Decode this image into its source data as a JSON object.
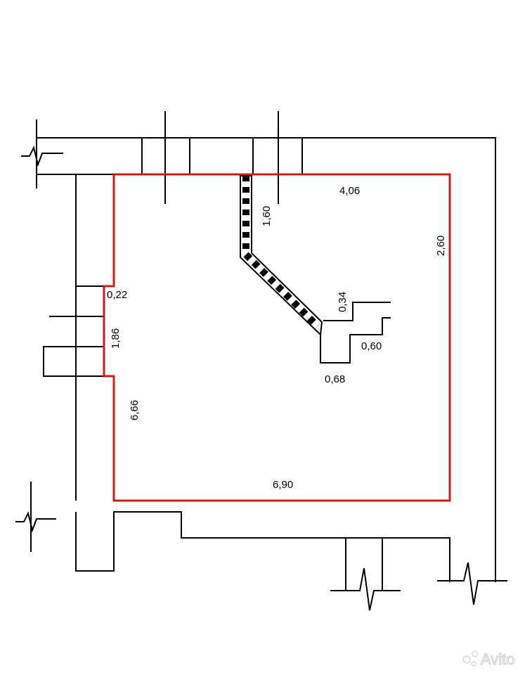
{
  "plan": {
    "dimensions": {
      "top": "4,06",
      "right": "2,60",
      "diagonal_vertical": "1,60",
      "step_upper": "0,34",
      "step_right": "0,60",
      "step_bottom": "0,68",
      "left_small": "0,22",
      "left_opening": "1,86",
      "left_main": "6,66",
      "bottom": "6,90"
    },
    "watermark": "Avito",
    "colors": {
      "room_outline": "#c81e1e",
      "walls": "#000000"
    }
  }
}
